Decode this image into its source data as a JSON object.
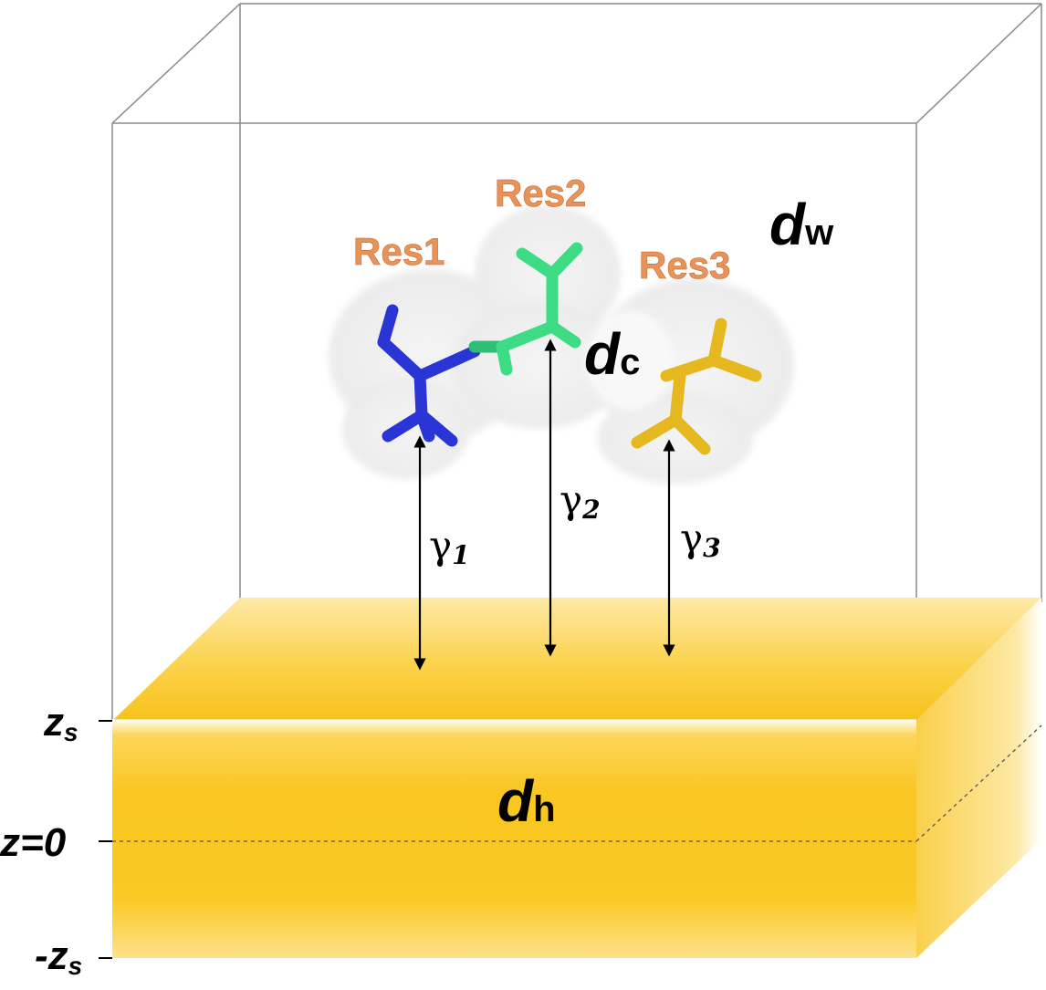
{
  "labels": {
    "res1": "Res1",
    "res2": "Res2",
    "res3": "Res3",
    "dw": {
      "main": "d",
      "sub": "w"
    },
    "dc": {
      "main": "d",
      "sub": "c"
    },
    "dh": {
      "main": "d",
      "sub": "h"
    },
    "gamma1": {
      "main": "γ",
      "sub": "1"
    },
    "gamma2": {
      "main": "γ",
      "sub": "2"
    },
    "gamma3": {
      "main": "γ",
      "sub": "3"
    },
    "zs": {
      "main": "z",
      "sub": "s"
    },
    "z0": "z=0",
    "neg_zs": {
      "main": "-z",
      "sub": "s"
    }
  },
  "colors": {
    "res1": "#2a35d6",
    "res2": "#3ddc84",
    "res3": "#e5b820",
    "slab": "#fbc51f",
    "box_edge": "#8a8a8a",
    "label_res": "#e8935a"
  }
}
